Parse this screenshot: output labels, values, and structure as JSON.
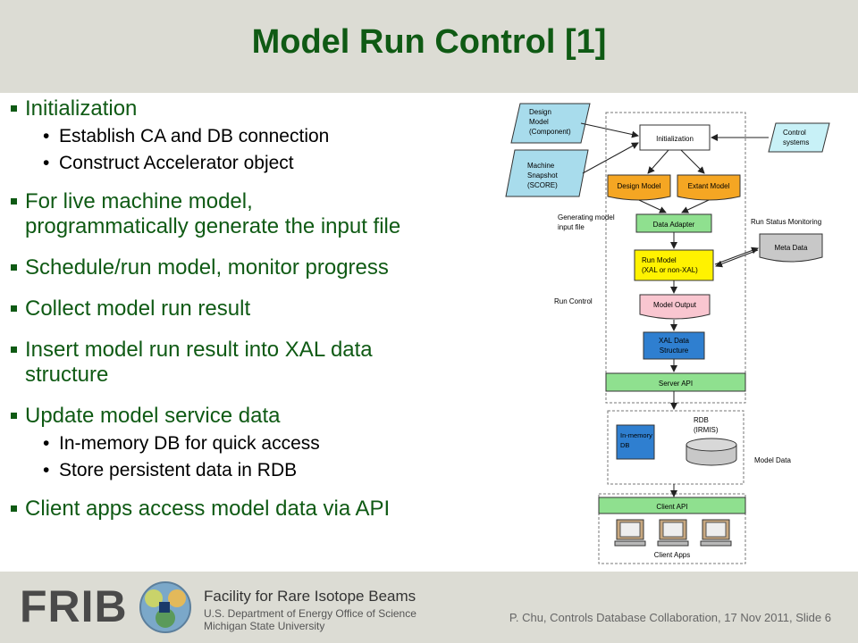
{
  "slide": {
    "title": "Model Run Control [1]",
    "bullets": [
      {
        "text": "Initialization",
        "sub": [
          "Establish CA and DB connection",
          "Construct Accelerator object"
        ]
      },
      {
        "text": "For live machine model,",
        "text2": "programmatically generate the input file",
        "sub": []
      },
      {
        "text": "Schedule/run model, monitor progress",
        "sub": []
      },
      {
        "text": "Collect model run result",
        "sub": []
      },
      {
        "text": "Insert model run result into XAL data",
        "text2": "structure",
        "sub": []
      },
      {
        "text": "Update model service data",
        "sub": [
          "In-memory DB for quick access",
          "Store persistent data in RDB"
        ]
      },
      {
        "text": "Client apps access model data via API",
        "sub": []
      }
    ],
    "bullet_sub_marker": "•"
  },
  "diagram": {
    "design_model": [
      "Design",
      "Model",
      "(Component)"
    ],
    "machine_snapshot": [
      "Machine",
      "Snapshot",
      "(SCORE)"
    ],
    "initialization": "Initialization",
    "control_systems": [
      "Control",
      "systems"
    ],
    "design_model_box": "Design Model",
    "extant_model_box": "Extant Model",
    "generating_label": [
      "Generating model",
      "input file"
    ],
    "data_adapter": "Data Adapter",
    "run_status": "Run Status Monitoring",
    "meta_data": "Meta Data",
    "run_model": [
      "Run Model",
      "(XAL or non-XAL)"
    ],
    "run_control": "Run Control",
    "model_output": "Model Output",
    "xal_data": [
      "XAL Data",
      "Structure"
    ],
    "server_api": "Server API",
    "rdb": [
      "RDB",
      "(IRMIS)"
    ],
    "inmemory": [
      "In-memory",
      "DB"
    ],
    "model_data": "Model Data",
    "client_api": "Client API",
    "client_apps": "Client Apps"
  },
  "footer": {
    "logo_text": "FRIB",
    "facility": "Facility for Rare Isotope Beams",
    "sub1": "U.S. Department of Energy Office of Science",
    "sub2": "Michigan State University",
    "slide_info": "P. Chu, Controls Database Collaboration, 17 Nov 2011, Slide 6"
  },
  "colors": {
    "title_green": "#0f5a14",
    "header_bg": "#dcdcd4",
    "light_blue": "#a8dcec",
    "orange": "#f5a623",
    "green_box": "#8fe08f",
    "yellow_box": "#fff200",
    "pink_box": "#f9c6d0",
    "blue_box": "#2f7fd0",
    "gray_box": "#c8c8c8"
  }
}
